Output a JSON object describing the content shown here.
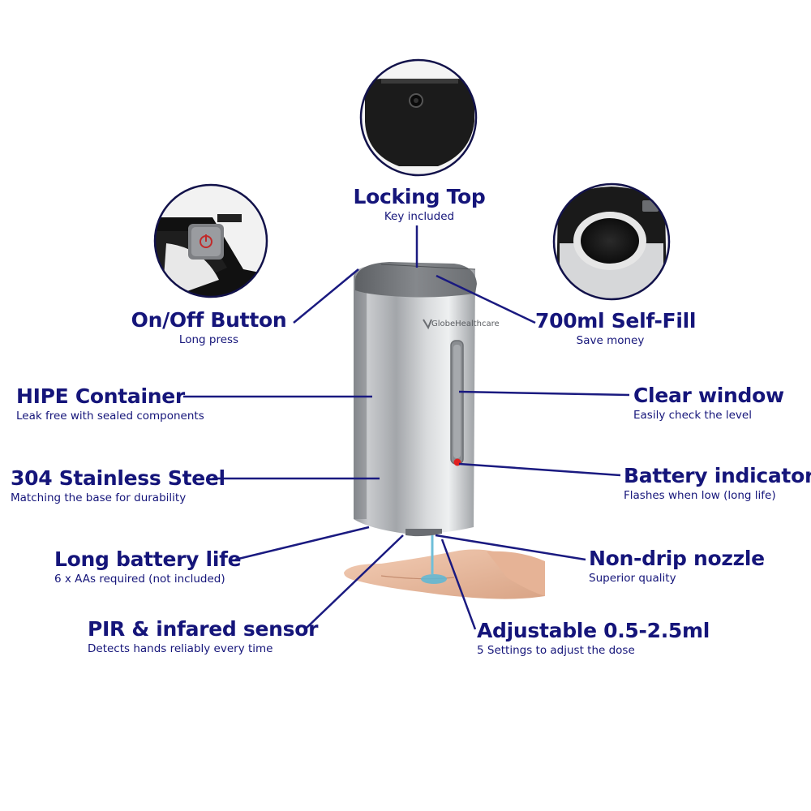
{
  "brand": "GlobeHealthcare",
  "colors": {
    "label": "#15157a",
    "leader_line": "#1a1a80"
  },
  "features": {
    "locking_top": {
      "title": "Locking Top",
      "subtitle": "Key included"
    },
    "on_off": {
      "title": "On/Off Button",
      "subtitle": "Long press"
    },
    "self_fill": {
      "title": "700ml Self-Fill",
      "subtitle": "Save money"
    },
    "hipe": {
      "title": "HIPE Container",
      "subtitle": "Leak free with sealed components"
    },
    "clear_window": {
      "title": "Clear window",
      "subtitle": "Easily check the level"
    },
    "stainless": {
      "title": "304 Stainless Steel",
      "subtitle": "Matching the base for durability"
    },
    "battery_indicator": {
      "title": "Battery indicator",
      "subtitle": "Flashes when low (long life)"
    },
    "battery_life": {
      "title": "Long battery life",
      "subtitle": "6 x AAs required (not included)"
    },
    "nozzle": {
      "title": "Non-drip nozzle",
      "subtitle": "Superior quality"
    },
    "sensor": {
      "title": "PIR & infared sensor",
      "subtitle": "Detects hands reliably every time"
    },
    "adjustable": {
      "title": "Adjustable 0.5-2.5ml",
      "subtitle": "5 Settings to adjust the dose"
    }
  }
}
